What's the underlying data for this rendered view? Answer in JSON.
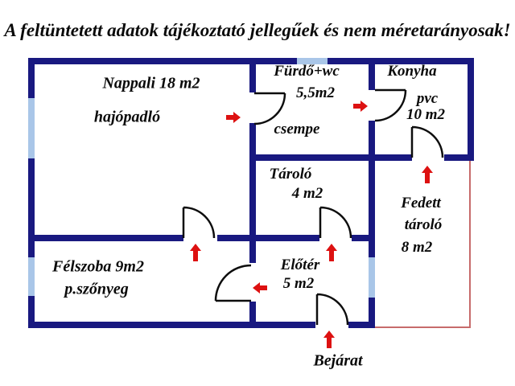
{
  "disclaimer": "A feltüntetett adatok tájékoztató jellegűek és nem méretarányosak!",
  "colors": {
    "wall": "#191980",
    "window": "#a9c6e8",
    "door": "#0d0d0d",
    "arrow": "#dd1111",
    "open_area_outline": "#c76b6b"
  },
  "rooms": {
    "nappali": {
      "name": "Nappali 18 m2",
      "floor": "hajópadló"
    },
    "furdo": {
      "name": "Fürdő+wc",
      "area": "5,5m2",
      "floor": "csempe"
    },
    "konyha": {
      "name": "Konyha",
      "floor": "pvc",
      "area": "10 m2"
    },
    "tarolo": {
      "name": "Tároló",
      "area": "4 m2"
    },
    "fedett": {
      "name_line1": "Fedett",
      "name_line2": "tároló",
      "area": "8 m2"
    },
    "felszoba": {
      "name": "Félszoba 9m2",
      "floor": "p.szőnyeg"
    },
    "eloter": {
      "name": "Előtér",
      "area": "5 m2"
    },
    "bejarat": {
      "name": "Bejárat"
    }
  }
}
